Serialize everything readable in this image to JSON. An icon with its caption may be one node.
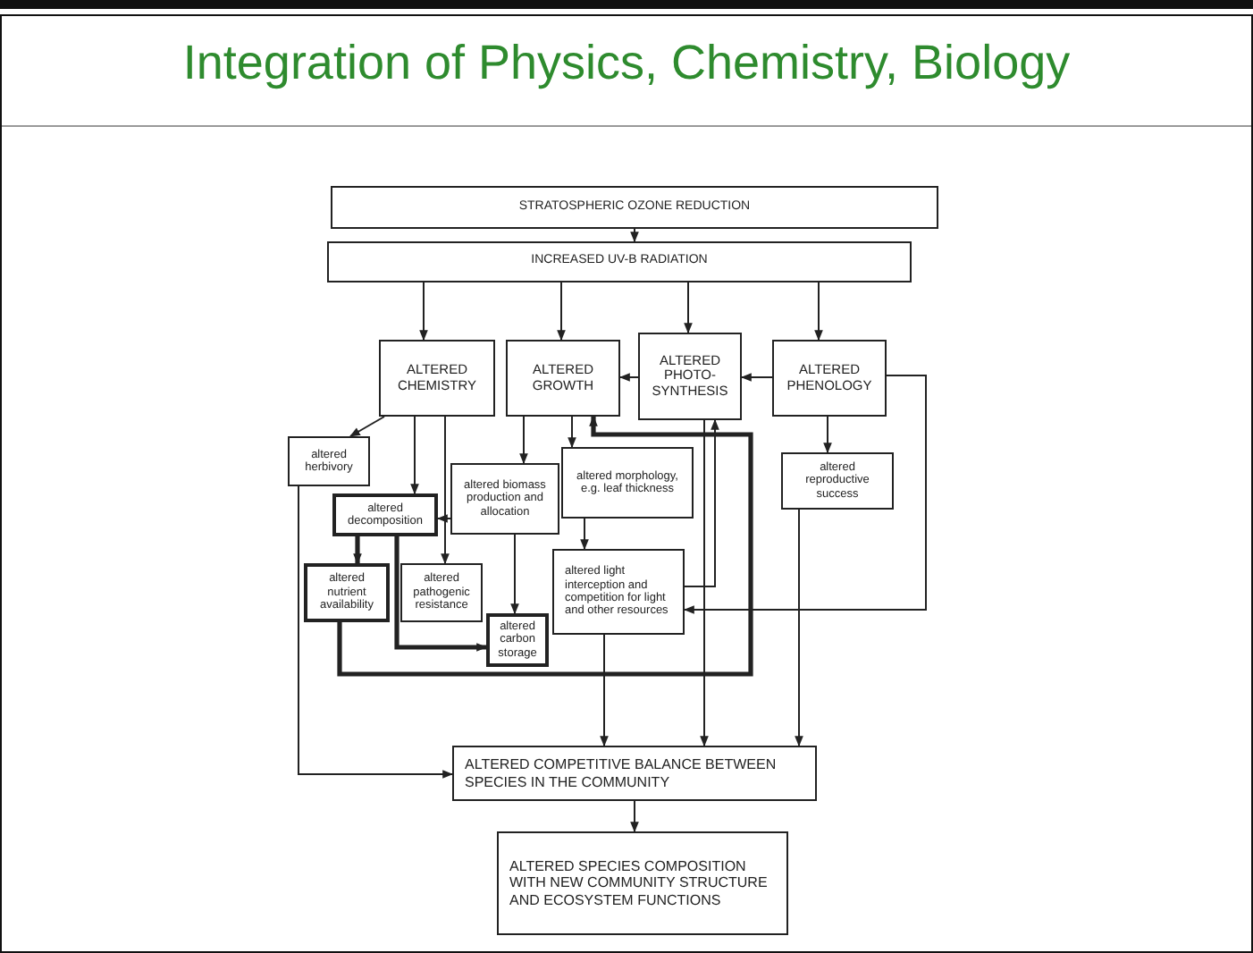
{
  "diagram": {
    "title": "Integration of Physics, Chemistry, Biology",
    "nodes": [
      {
        "text": [
          "STRATOSPHERIC OZONE REDUCTION"
        ]
      },
      {
        "text": [
          "INCREASED UV-B RADIATION"
        ]
      },
      {
        "text": [
          "ALTERED CHEMISTRY"
        ]
      },
      {
        "text": [
          "ALTERED GROWTH"
        ]
      },
      {
        "text": [
          "ALTERED PHOTO-SYNTHESIS"
        ]
      },
      {
        "text": [
          "ALTERED PHENOLOGY"
        ]
      },
      {
        "text": [
          "altered herbivory"
        ]
      },
      {
        "text": [
          "altered biomass production and allocation"
        ]
      },
      {
        "text": [
          "altered morphology, e.g. leaf thickness"
        ]
      },
      {
        "text": [
          "altered reproductive success"
        ]
      },
      {
        "text": [
          "altered decomposition"
        ]
      },
      {
        "text": [
          "altered nutrient availability"
        ]
      },
      {
        "text": [
          "altered pathogenic resistance"
        ]
      },
      {
        "text": [
          "altered light interception and competition for light and other resources"
        ]
      },
      {
        "text": [
          "altered carbon storage"
        ]
      },
      {
        "text": [
          "ALTERED COMPETITIVE BALANCE BETWEEN SPECIES IN THE COMMUNITY"
        ]
      },
      {
        "text": [
          "ALTERED SPECIES COMPOSITION WITH NEW COMMUNITY STRUCTURE AND ECOSYSTEM FUNCTIONS"
        ]
      }
    ],
    "edges": [
      {
        "from": 0,
        "to": 1,
        "arrow": "to"
      },
      {
        "from": 1,
        "to": 2,
        "arrow": "to"
      },
      {
        "from": 1,
        "to": 3,
        "arrow": "to"
      },
      {
        "from": 1,
        "to": 4,
        "arrow": "to"
      },
      {
        "from": 1,
        "to": 5,
        "arrow": "to"
      },
      {
        "from": 5,
        "to": 4,
        "arrow": "to"
      },
      {
        "from": 4,
        "to": 3,
        "arrow": "to"
      },
      {
        "from": 2,
        "to": 6,
        "arrow": "to"
      },
      {
        "from": 2,
        "to": 10,
        "arrow": "to"
      },
      {
        "from": 2,
        "to": 12,
        "arrow": "to"
      },
      {
        "from": 3,
        "to": 7,
        "arrow": "to"
      },
      {
        "from": 3,
        "to": 8,
        "arrow": "to"
      },
      {
        "from": 7,
        "to": 10,
        "arrow": "to"
      },
      {
        "from": 10,
        "to": 11,
        "arrow": "to",
        "style": "thick"
      },
      {
        "from": 10,
        "to": 14,
        "arrow": "to",
        "style": "thick"
      },
      {
        "from": 7,
        "to": 14,
        "arrow": "to"
      },
      {
        "from": 8,
        "to": 13,
        "arrow": "to"
      },
      {
        "from": 13,
        "to": 4,
        "arrow": "to"
      },
      {
        "from": 5,
        "to": 13,
        "arrow": "to"
      },
      {
        "from": 5,
        "to": 9,
        "arrow": "to"
      },
      {
        "from": 11,
        "to": 3,
        "arrow": "to",
        "style": "thick"
      },
      {
        "from": 6,
        "to": 15,
        "arrow": "to"
      },
      {
        "from": 4,
        "to": 15,
        "arrow": "to"
      },
      {
        "from": 13,
        "to": 15,
        "arrow": "to"
      },
      {
        "from": 9,
        "to": 15,
        "arrow": "to"
      },
      {
        "from": 15,
        "to": 16,
        "arrow": "to"
      }
    ]
  }
}
